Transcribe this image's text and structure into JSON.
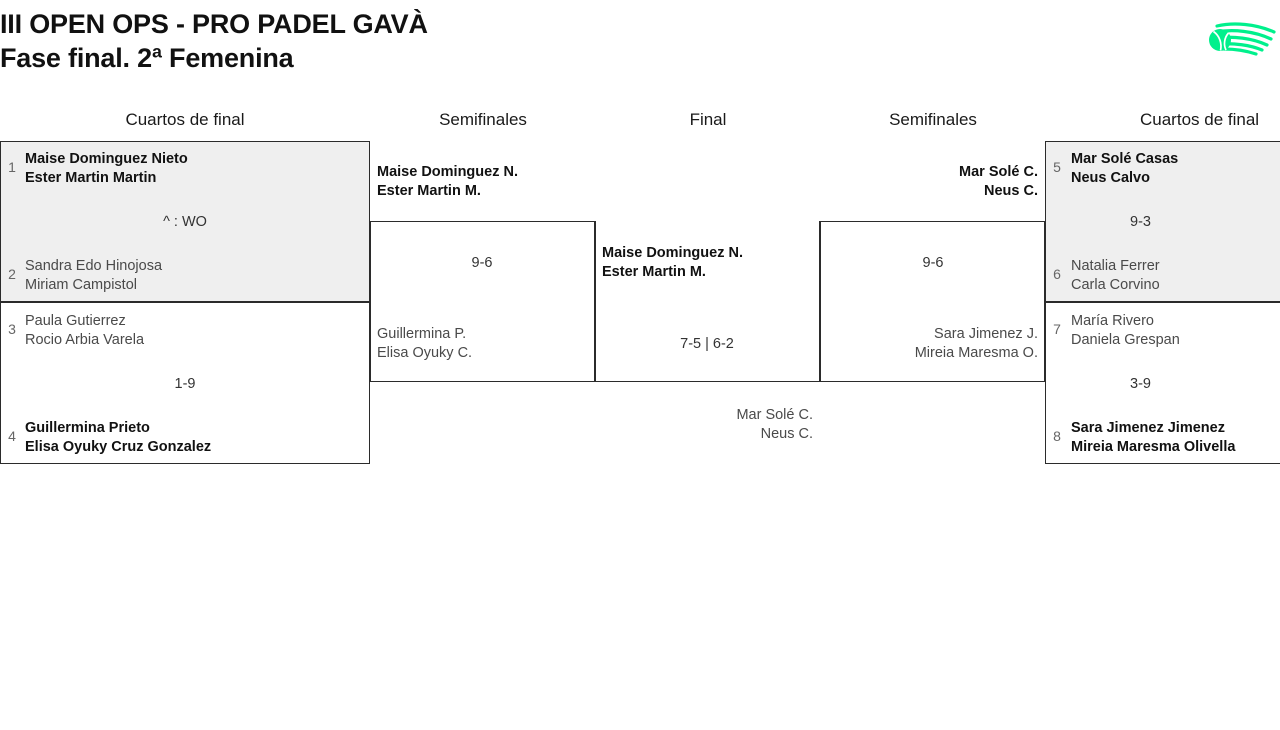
{
  "header": {
    "title_line1": "III OPEN OPS - PRO PADEL GAVÀ",
    "title_line2": "Fase final. 2ª Femenina",
    "logo_name": "padel-ball-swoosh-logo",
    "logo_color": "#00f08c"
  },
  "rounds": [
    {
      "id": "qf-left",
      "label": "Cuartos de final"
    },
    {
      "id": "sf-left",
      "label": "Semifinales"
    },
    {
      "id": "final",
      "label": "Final"
    },
    {
      "id": "sf-right",
      "label": "Semifinales"
    },
    {
      "id": "qf-right",
      "label": "Cuartos de final"
    }
  ],
  "bracket": {
    "quarterfinals_left": [
      {
        "match_id": "qf1",
        "score": "^ : WO",
        "teams": [
          {
            "seed": "1",
            "p1": "Maise Dominguez Nieto",
            "p2": "Ester Martin Martin",
            "result": "winner"
          },
          {
            "seed": "2",
            "p1": "Sandra Edo Hinojosa",
            "p2": "Miriam Campistol",
            "result": "loser"
          }
        ]
      },
      {
        "match_id": "qf2",
        "score": "1-9",
        "teams": [
          {
            "seed": "3",
            "p1": "Paula Gutierrez",
            "p2": "Rocio Arbia Varela",
            "result": "loser"
          },
          {
            "seed": "4",
            "p1": "Guillermina Prieto",
            "p2": "Elisa Oyuky Cruz Gonzalez",
            "result": "winner"
          }
        ]
      }
    ],
    "semifinals_left": [
      {
        "match_id": "sf1",
        "score": "9-6",
        "teams": [
          {
            "p1": "Maise Dominguez N.",
            "p2": "Ester Martin M.",
            "result": "winner"
          },
          {
            "p1": "Guillermina P.",
            "p2": "Elisa Oyuky C.",
            "result": "loser"
          }
        ]
      }
    ],
    "final": {
      "match_id": "f1",
      "score": "7-5 | 6-2",
      "teams": [
        {
          "p1": "Maise Dominguez N.",
          "p2": "Ester Martin M.",
          "result": "winner"
        },
        {
          "p1": "Mar Solé C.",
          "p2": "Neus C.",
          "result": "loser"
        }
      ]
    },
    "semifinals_right": [
      {
        "match_id": "sf2",
        "score": "9-6",
        "teams": [
          {
            "p1": "Mar Solé C.",
            "p2": "Neus C.",
            "result": "winner"
          },
          {
            "p1": "Sara Jimenez J.",
            "p2": "Mireia Maresma O.",
            "result": "loser"
          }
        ]
      }
    ],
    "quarterfinals_right": [
      {
        "match_id": "qf3",
        "score": "9-3",
        "teams": [
          {
            "seed": "5",
            "p1": "Mar Solé Casas",
            "p2": "Neus Calvo",
            "result": "winner"
          },
          {
            "seed": "6",
            "p1": "Natalia Ferrer",
            "p2": "Carla Corvino",
            "result": "loser"
          }
        ]
      },
      {
        "match_id": "qf4",
        "score": "3-9",
        "teams": [
          {
            "seed": "7",
            "p1": "María Rivero",
            "p2": "Daniela Grespan",
            "result": "loser"
          },
          {
            "seed": "8",
            "p1": "Sara Jimenez Jimenez",
            "p2": "Mireia Maresma Olivella",
            "result": "winner"
          }
        ]
      }
    ]
  }
}
